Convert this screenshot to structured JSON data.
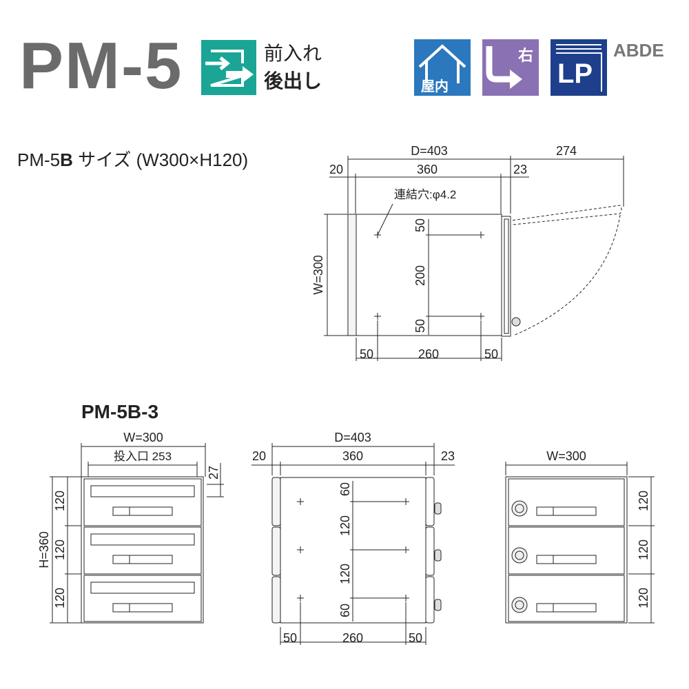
{
  "header": {
    "title": "PM-5",
    "door_text": [
      "前入れ",
      "後出し"
    ],
    "badges": {
      "indoor": "屋内",
      "hinge": "右",
      "lp": "LP"
    },
    "series": "ABDE",
    "colors": {
      "teal": "#1aa596",
      "blue": "#2b78be",
      "purple": "#8a71b3",
      "navy": "#1d3f8c"
    }
  },
  "size_heading": {
    "prefix": "PM-5",
    "bold": "B",
    "suffix": " サイズ (W300×H120)"
  },
  "top_view": {
    "d_total": "D=403",
    "right_swing": "274",
    "d_front": "20",
    "d_body": "360",
    "d_back": "23",
    "hole_note": "連結穴:φ4.2",
    "width": "W=300",
    "v1": "50",
    "v2": "200",
    "v3": "50",
    "h1": "50",
    "h2": "260",
    "h3": "50"
  },
  "unit_label": "PM-5B-3",
  "front_view": {
    "width": "W=300",
    "slot": "投入口 253",
    "slot_offset": "27",
    "height": "H=360",
    "rows": [
      "120",
      "120",
      "120"
    ]
  },
  "side_view": {
    "d_total": "D=403",
    "d_front": "20",
    "d_body": "360",
    "d_back": "23",
    "v": [
      "60",
      "120",
      "120",
      "60"
    ],
    "h1": "50",
    "h2": "260",
    "h3": "50"
  },
  "back_view": {
    "width": "W=300",
    "rows": [
      "120",
      "120",
      "120"
    ]
  }
}
